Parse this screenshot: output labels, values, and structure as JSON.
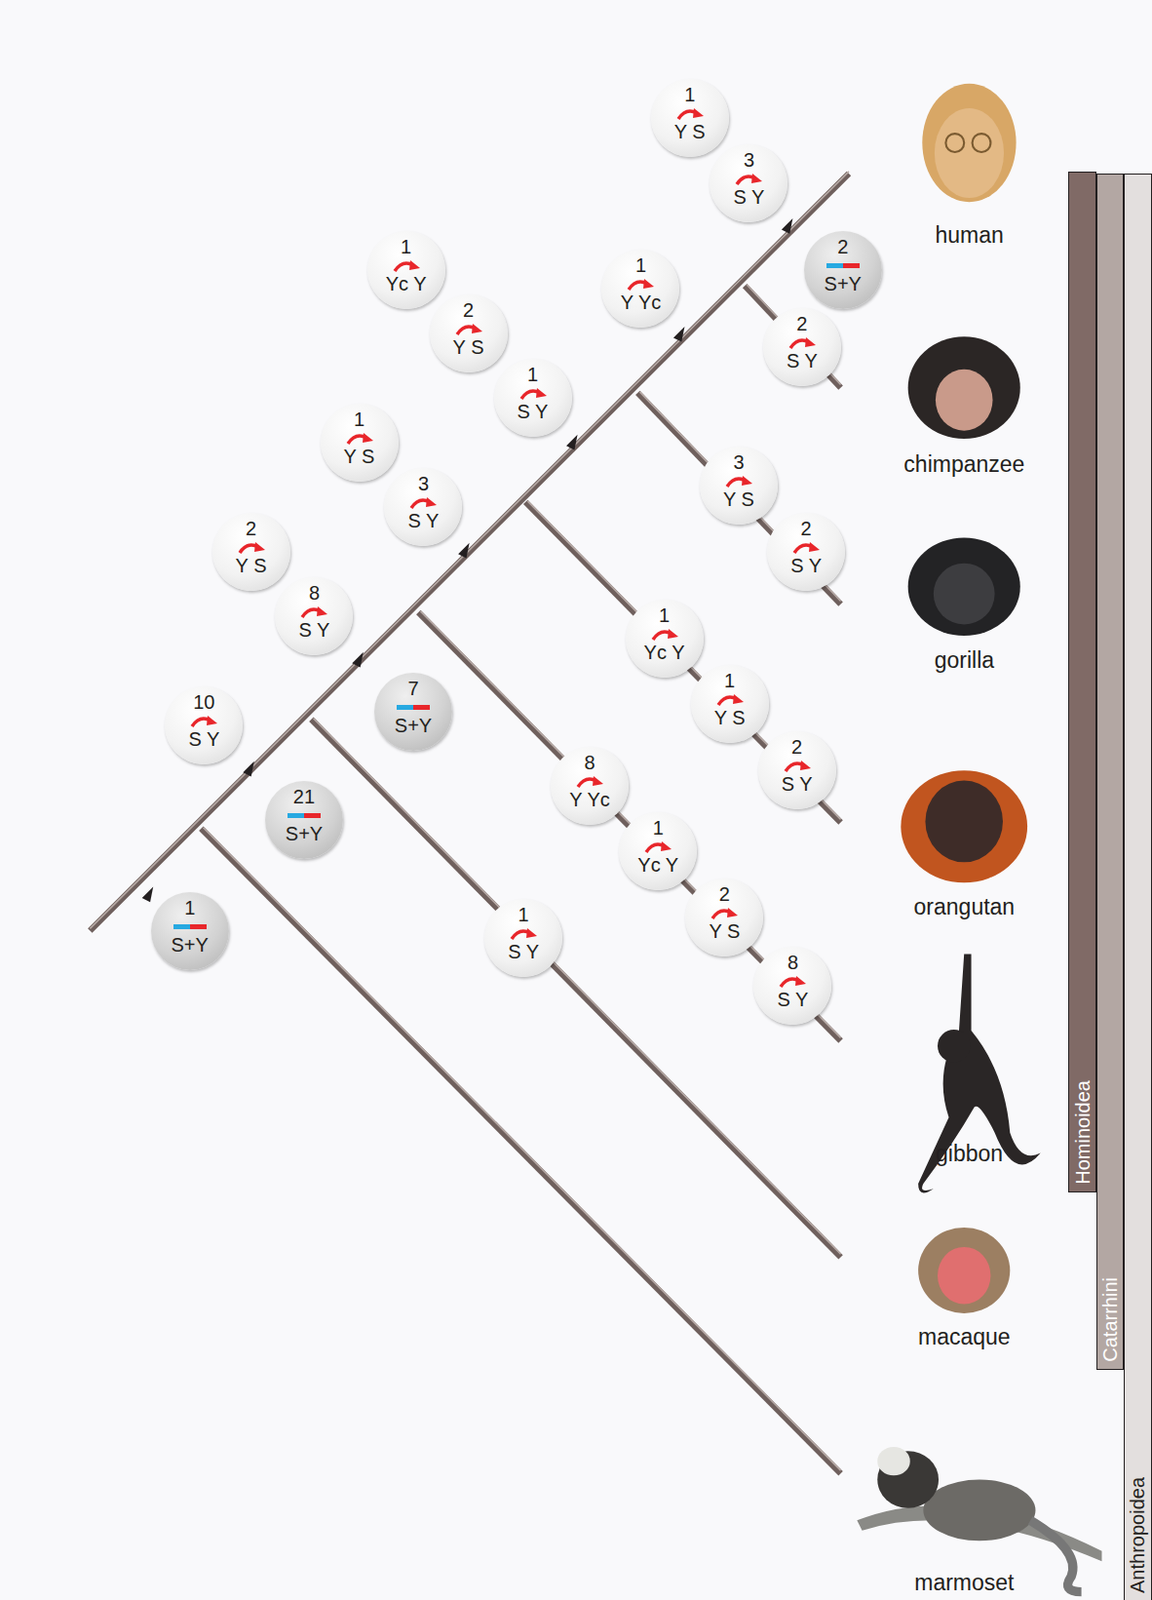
{
  "diagram": {
    "nodes": [
      {
        "text": [
          "1",
          "Y S"
        ]
      },
      {
        "text": [
          "3",
          "S Y"
        ]
      },
      {
        "text": [
          "1",
          "Yc Y"
        ]
      },
      {
        "text": [
          "2",
          "S+Y"
        ]
      },
      {
        "text": [
          "1",
          "Y Yc"
        ]
      },
      {
        "text": [
          "2",
          "Y S"
        ]
      },
      {
        "text": [
          "2",
          "S Y"
        ]
      },
      {
        "text": [
          "1",
          "S Y"
        ]
      },
      {
        "text": [
          "1",
          "Y S"
        ]
      },
      {
        "text": [
          "3",
          "Y S"
        ]
      },
      {
        "text": [
          "3",
          "S Y"
        ]
      },
      {
        "text": [
          "2",
          "Y S"
        ]
      },
      {
        "text": [
          "2",
          "S Y"
        ]
      },
      {
        "text": [
          "8",
          "S Y"
        ]
      },
      {
        "text": [
          "1",
          "Yc Y"
        ]
      },
      {
        "text": [
          "1",
          "Y S"
        ]
      },
      {
        "text": [
          "7",
          "S+Y"
        ]
      },
      {
        "text": [
          "10",
          "S Y"
        ]
      },
      {
        "text": [
          "2",
          "S Y"
        ]
      },
      {
        "text": [
          "8",
          "Y Yc"
        ]
      },
      {
        "text": [
          "21",
          "S+Y"
        ]
      },
      {
        "text": [
          "1",
          "Yc Y"
        ]
      },
      {
        "text": [
          "2",
          "Y S"
        ]
      },
      {
        "text": [
          "1",
          "S+Y"
        ]
      },
      {
        "text": [
          "1",
          "S Y"
        ]
      },
      {
        "text": [
          "8",
          "S Y"
        ]
      },
      {
        "text": [
          "Hominoidea"
        ]
      },
      {
        "text": [
          "Catarrhini"
        ]
      },
      {
        "text": [
          "Anthropoidea"
        ]
      }
    ],
    "labels": [
      "human",
      "chimpanzee",
      "gorilla",
      "orangutan",
      "gibbon",
      "macaque",
      "marmoset"
    ]
  }
}
